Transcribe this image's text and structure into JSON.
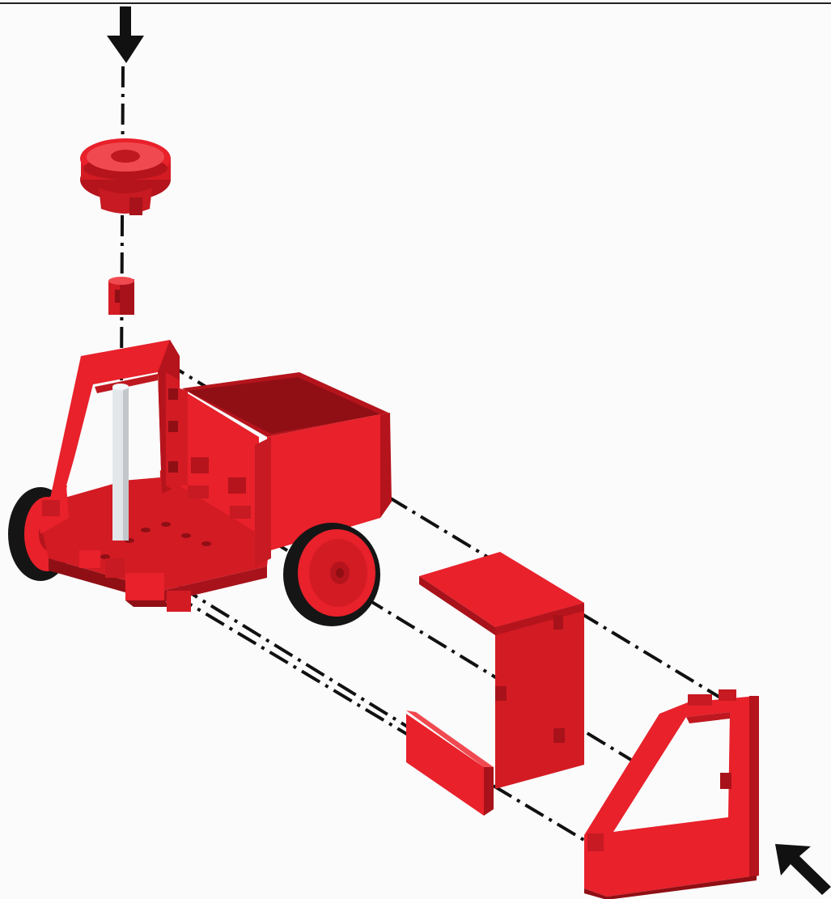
{
  "diagram": {
    "kind": "exploded assembly illustration",
    "colors": {
      "part": "#e8212b",
      "part_shade": "#b5141c",
      "part_dark": "#8f0f15",
      "part_light": "#f04a50",
      "tire": "#151515",
      "axle": "#e4e7ea",
      "guide_line": "#111111",
      "arrow": "#111111",
      "background": "#fbfbfb"
    },
    "parts": [
      "pulley",
      "bushing",
      "axle-rod",
      "chassis-cab",
      "cargo-box",
      "front-wheel",
      "rear-wheel",
      "roof-bracket",
      "side-plate",
      "cab-door-frame"
    ],
    "arrows": [
      "top-arrow",
      "bottom-right-arrow"
    ],
    "labels": []
  }
}
